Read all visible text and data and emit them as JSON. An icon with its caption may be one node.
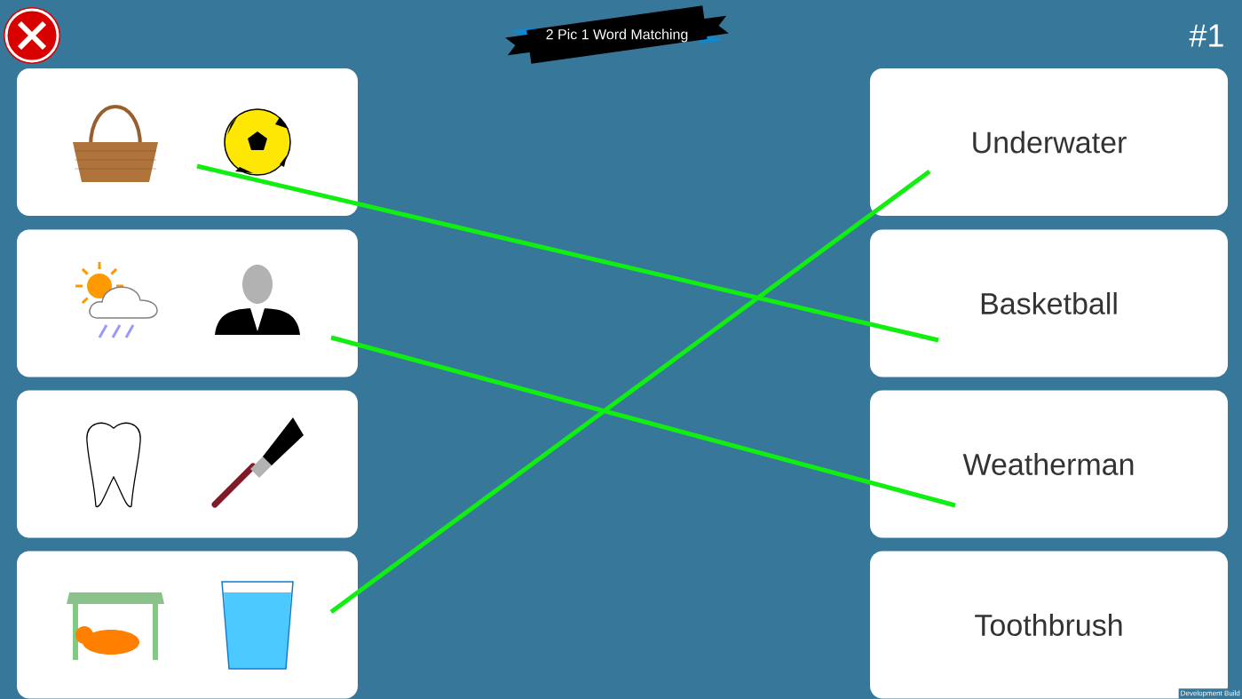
{
  "diagram": {
    "nodes": [
      {
        "text": [],
        "shape": "box"
      },
      {
        "text": [],
        "shape": "box"
      },
      {
        "text": [],
        "shape": "box"
      },
      {
        "text": [],
        "shape": "box"
      },
      {
        "text": [
          "Underwater"
        ]
      },
      {
        "text": [
          "Basketball"
        ]
      },
      {
        "text": [
          "Weatherman"
        ]
      },
      {
        "text": [
          "Toothbrush"
        ]
      }
    ],
    "edges": [
      {
        "from": 0,
        "to": 5,
        "arrow": "none"
      },
      {
        "from": 1,
        "to": 6,
        "arrow": "none"
      },
      {
        "from": 3,
        "to": 4,
        "arrow": "none"
      }
    ],
    "labels": [
      "2 Pic 1 Word Matching",
      "#1",
      "Development Build"
    ]
  }
}
